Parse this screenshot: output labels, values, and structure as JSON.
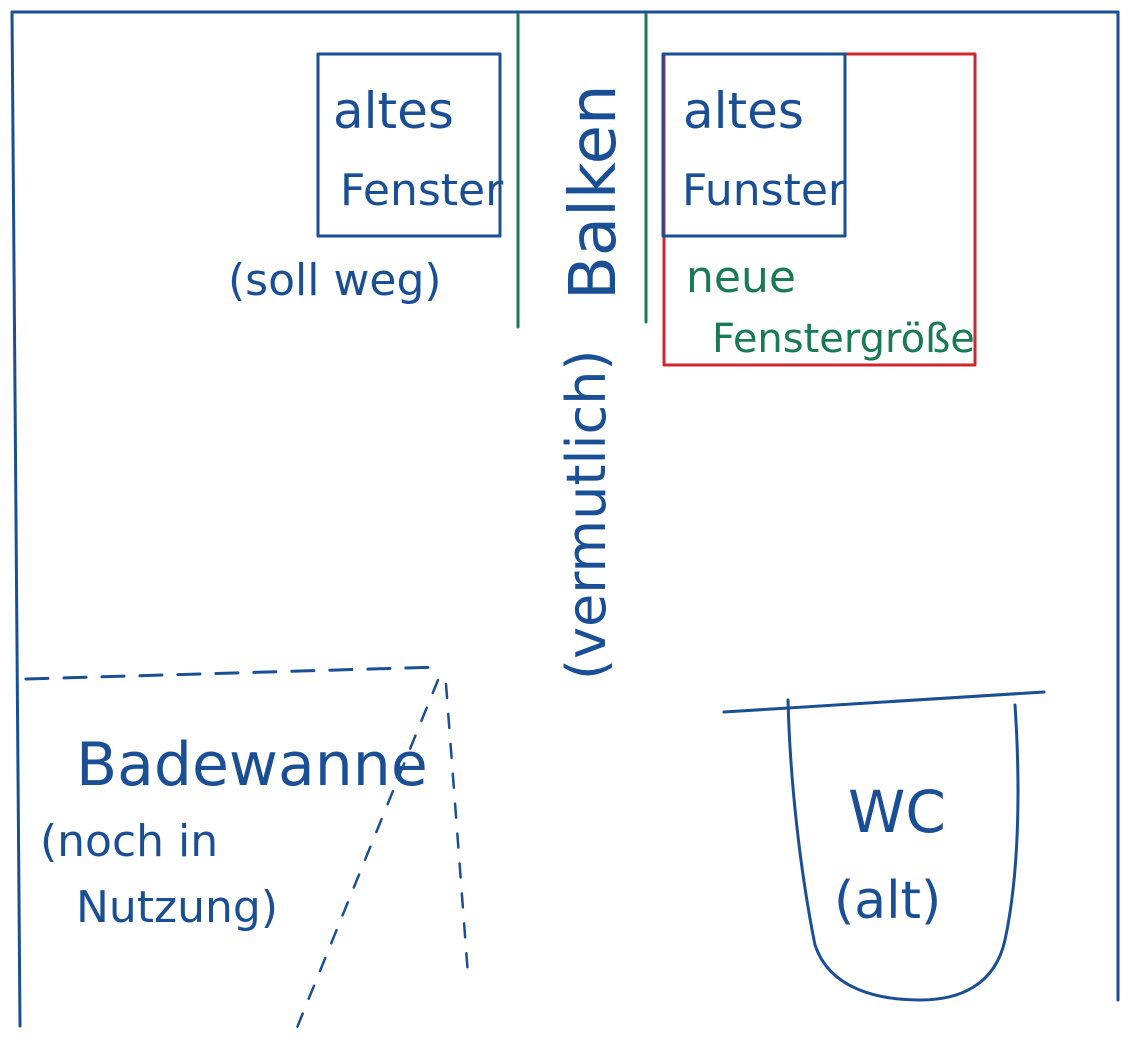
{
  "colors": {
    "ink_blue": "#1a4f96",
    "ink_green": "#1a7a55",
    "ink_red": "#d0262e",
    "background": "#ffffff"
  },
  "left_window": {
    "line1": "altes",
    "line2": "Fenster",
    "note": "(soll weg)"
  },
  "beam": {
    "label": "Balken",
    "note": "(vermutlich)"
  },
  "right_window": {
    "line1": "altes",
    "line2": "Funster"
  },
  "new_window": {
    "line1": "neue",
    "line2": "Fenstergröße"
  },
  "bathtub": {
    "line1": "Badewanne",
    "line2": "(noch in",
    "line3": "Nutzung)"
  },
  "toilet": {
    "line1": "WC",
    "line2": "(alt)"
  }
}
